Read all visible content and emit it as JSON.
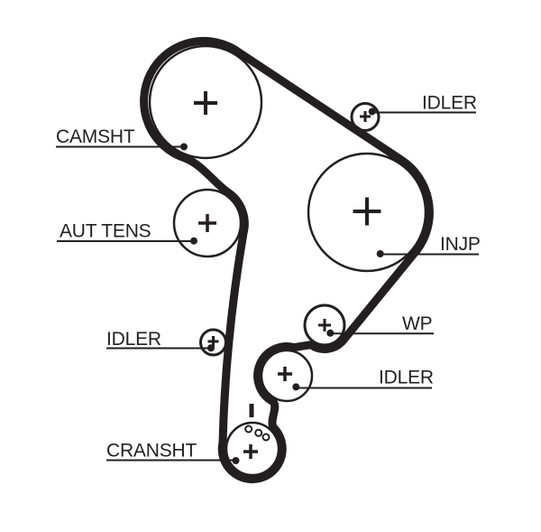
{
  "diagram": {
    "type": "timing-belt-routing-diagram",
    "background": "#ffffff",
    "ink_color": "#231f20",
    "pulleys": {
      "camshaft": {
        "label": "CAMSHT"
      },
      "idler_top_right": {
        "label": "IDLER"
      },
      "injection_pump": {
        "label": "INJP"
      },
      "auto_tensioner": {
        "label": "AUT TENS"
      },
      "idler_left": {
        "label": "IDLER"
      },
      "water_pump": {
        "label": "WP"
      },
      "idler_bottom_right": {
        "label": "IDLER"
      },
      "crankshaft": {
        "label": "CRANSHT"
      }
    }
  }
}
